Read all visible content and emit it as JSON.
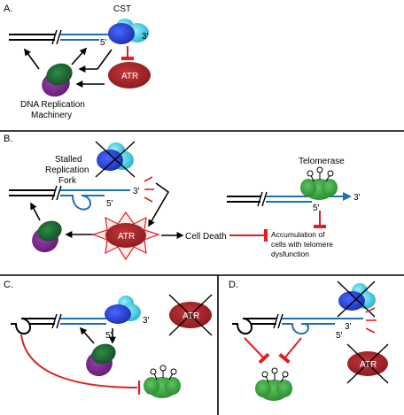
{
  "panels": {
    "a": {
      "letter": "A.",
      "cst_label": "CST",
      "three_prime": "3'",
      "five_prime": "5'",
      "atr_label": "ATR",
      "machinery_line1": "DNA Replication",
      "machinery_line2": "Machinery"
    },
    "b": {
      "letter": "B.",
      "fork_line1": "Stalled",
      "fork_line2": "Replication",
      "fork_line3": "Fork",
      "three_prime": "3'",
      "five_prime": "5'",
      "atr_label": "ATR",
      "cell_death": "Cell Death",
      "telomerase_label": "Telomerase",
      "telo_three_prime": "3'",
      "telo_five_prime": "5'",
      "accum_line1": "Accumulation of",
      "accum_line2": "cells with telomere",
      "accum_line3": "dysfunction"
    },
    "c": {
      "letter": "C.",
      "three_prime": "3'",
      "five_prime": "5'",
      "atr_label": "ATR"
    },
    "d": {
      "letter": "D.",
      "three_prime": "3'",
      "five_prime": "5'",
      "atr_label": "ATR"
    }
  },
  "colors": {
    "dna_black": "#000000",
    "dna_blue": "#1f6fb5",
    "arrow_red": "#e0201f",
    "cst_blue": "#1f3fd0",
    "cst_cyan": "#4dd5e6",
    "atr_red": "#a82125",
    "machinery_green": "#1e6b35",
    "machinery_purple": "#7a2a8a",
    "telomerase_green": "#39a53e"
  }
}
